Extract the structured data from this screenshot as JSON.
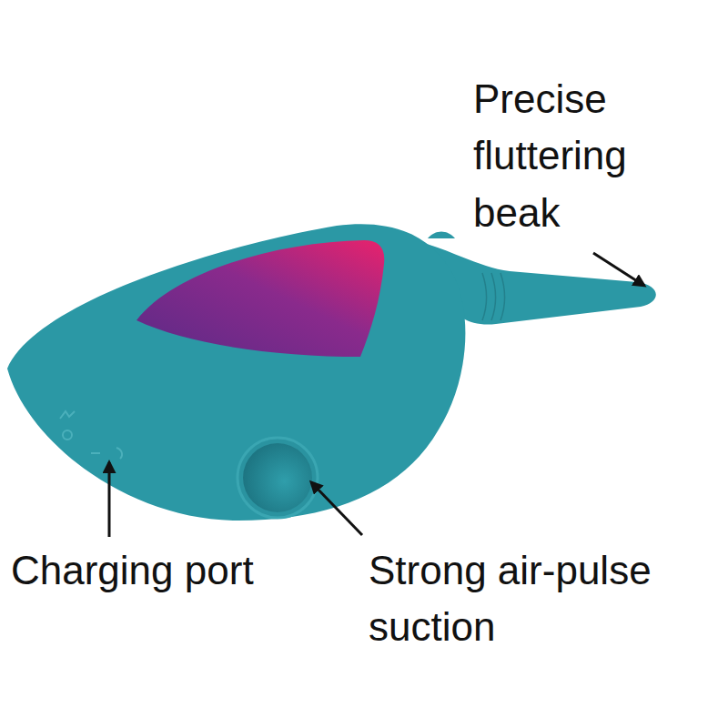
{
  "diagram": {
    "labels": [
      "Precise fluttering beak",
      "Charging port",
      "Strong air-pulse suction"
    ]
  }
}
